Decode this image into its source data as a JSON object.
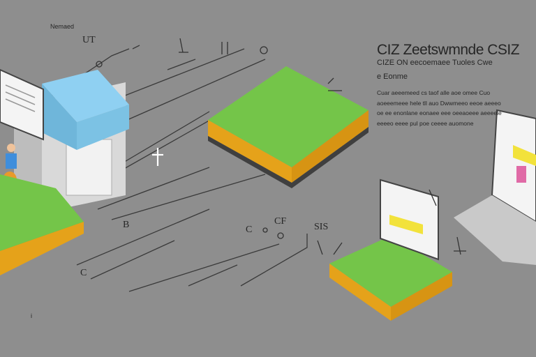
{
  "labels": {
    "top_left_small": "Nemaed",
    "top_ut": "UT",
    "mid_b": "B",
    "mid_cf": "CF",
    "mid_c": "C",
    "mid_sis": "SIS",
    "bottom_c": "C",
    "bottom_left_mark": "i"
  },
  "panel": {
    "title": "CIZ Zeetswmnde CSIZ",
    "subtitle": "CIZE ON eecoemaee Tuoles Cwe",
    "subtitle2": "e Eonme",
    "paragraph": "Cuar aeeemeed cs taof alle aoe omee Cuo aoeeemeee hele tll auo Dwwmeeo eeoe aeeeo oe ee enonlane eonaee eee oeeaoeee aeeeele eeeeo eeee pul poe ceeee auomone"
  },
  "colors": {
    "background": "#8e8e8e",
    "grass_top": "#74c549",
    "grass_side": "#5fa83a",
    "soil": "#e5a21a",
    "cube_top": "#8fd0f2",
    "highlight": "#f2e23b"
  }
}
